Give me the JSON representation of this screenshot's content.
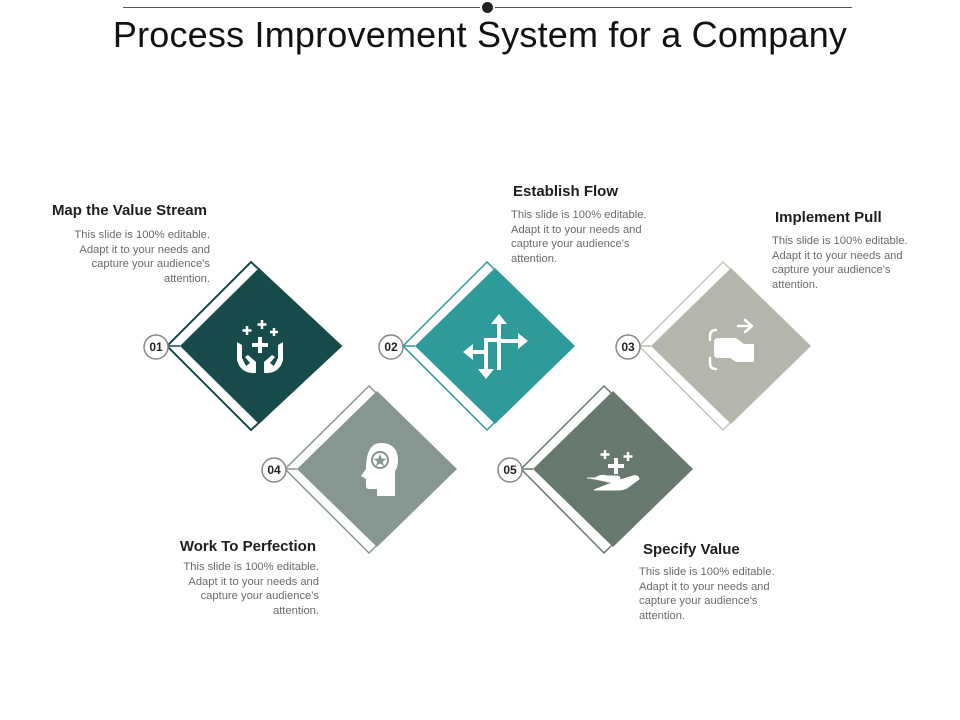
{
  "title": "Process Improvement System for a Company",
  "colors": {
    "step1": "#174a4a",
    "step2": "#2f9a9a",
    "step3": "#b5b5ab",
    "step4": "#86978f",
    "step5": "#67786e"
  },
  "steps": [
    {
      "number": "01",
      "heading": "Map the Value Stream",
      "body": "This slide is 100% editable. Adapt it to your needs and capture your audience's attention.",
      "icon": "hands-plus-icon"
    },
    {
      "number": "02",
      "heading": "Establish Flow",
      "body": "This slide is 100% editable. Adapt it to your needs and capture your audience's attention.",
      "icon": "arrows-flow-icon"
    },
    {
      "number": "03",
      "heading": "Implement Pull",
      "body": "This slide is 100% editable. Adapt it to your needs and capture your audience's attention.",
      "icon": "hand-pull-icon"
    },
    {
      "number": "04",
      "heading": "Work To Perfection",
      "body": "This slide is 100% editable. Adapt it to your needs and capture your audience's attention.",
      "icon": "head-star-icon"
    },
    {
      "number": "05",
      "heading": "Specify Value",
      "body": "This slide is 100% editable. Adapt it to your needs and capture your audience's attention.",
      "icon": "hand-plus-icon"
    }
  ]
}
